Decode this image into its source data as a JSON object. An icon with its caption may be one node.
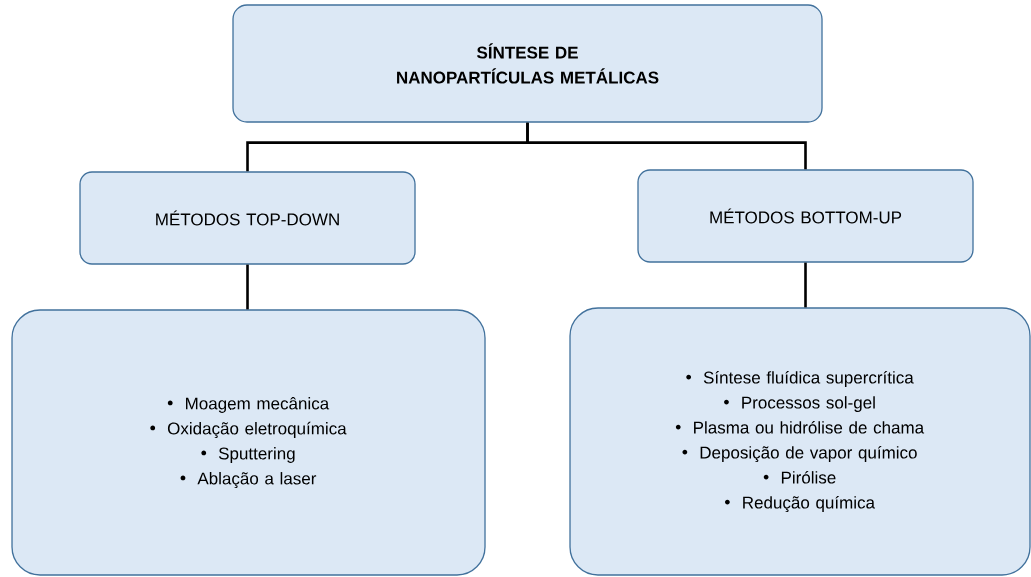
{
  "diagram": {
    "nodes": [
      {
        "text": [
          "SÍNTESE DE NANOPARTÍCULAS METÁLICAS"
        ]
      },
      {
        "text": [
          "MÉTODOS TOP-DOWN"
        ]
      },
      {
        "text": [
          "MÉTODOS BOTTOM-UP"
        ]
      },
      {
        "text": [
          "Moagem mecânica",
          "Oxidação eletroquímica",
          "Sputtering",
          "Ablação a laser"
        ]
      },
      {
        "text": [
          "Síntese fluídica supercrítica",
          "Processos sol-gel",
          "Plasma ou hidrólise de chama",
          "Deposição de vapor químico",
          "Pirólise",
          "Redução química"
        ]
      }
    ],
    "edges": [
      {
        "from": 0,
        "to": 1,
        "arrow": "none"
      },
      {
        "from": 0,
        "to": 2,
        "arrow": "none"
      },
      {
        "from": 1,
        "to": 3,
        "arrow": "none"
      },
      {
        "from": 2,
        "to": 4,
        "arrow": "none"
      }
    ]
  }
}
